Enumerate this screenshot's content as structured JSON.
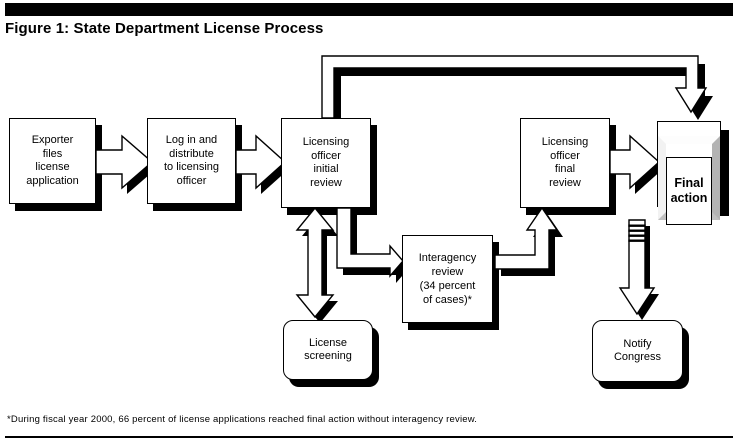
{
  "figure": {
    "title": "Figure 1: State Department License Process",
    "footnote": "*During fiscal year 2000, 66 percent of license applications reached final action without interagency review."
  },
  "nodes": {
    "exporter": "Exporter\nfiles\nlicense\napplication",
    "login": "Log in and\ndistribute\nto licensing\nofficer",
    "initial_review": "Licensing\nofficer\ninitial\nreview",
    "license_screening": "License\nscreening",
    "interagency": "Interagency\nreview\n(34 percent\nof cases)*",
    "final_review": "Licensing\nofficer\nfinal\nreview",
    "final_action": "Final\naction",
    "notify_congress": "Notify\nCongress"
  },
  "flow": [
    {
      "from": "exporter",
      "to": "login",
      "style": "block-arrow"
    },
    {
      "from": "login",
      "to": "initial_review",
      "style": "block-arrow"
    },
    {
      "from": "initial_review",
      "to": "license_screening",
      "style": "double-headed"
    },
    {
      "from": "initial_review",
      "to": "interagency",
      "style": "elbow-arrow"
    },
    {
      "from": "interagency",
      "to": "final_review",
      "style": "elbow-arrow"
    },
    {
      "from": "initial_review",
      "to": "final_action",
      "style": "bypass-loop"
    },
    {
      "from": "final_review",
      "to": "final_action",
      "style": "block-arrow"
    },
    {
      "from": "final_action",
      "to": "notify_congress",
      "style": "striped-arrow"
    }
  ],
  "colors": {
    "ink": "#000000",
    "paper": "#ffffff",
    "bevel_gray": "#b3b3b3"
  }
}
